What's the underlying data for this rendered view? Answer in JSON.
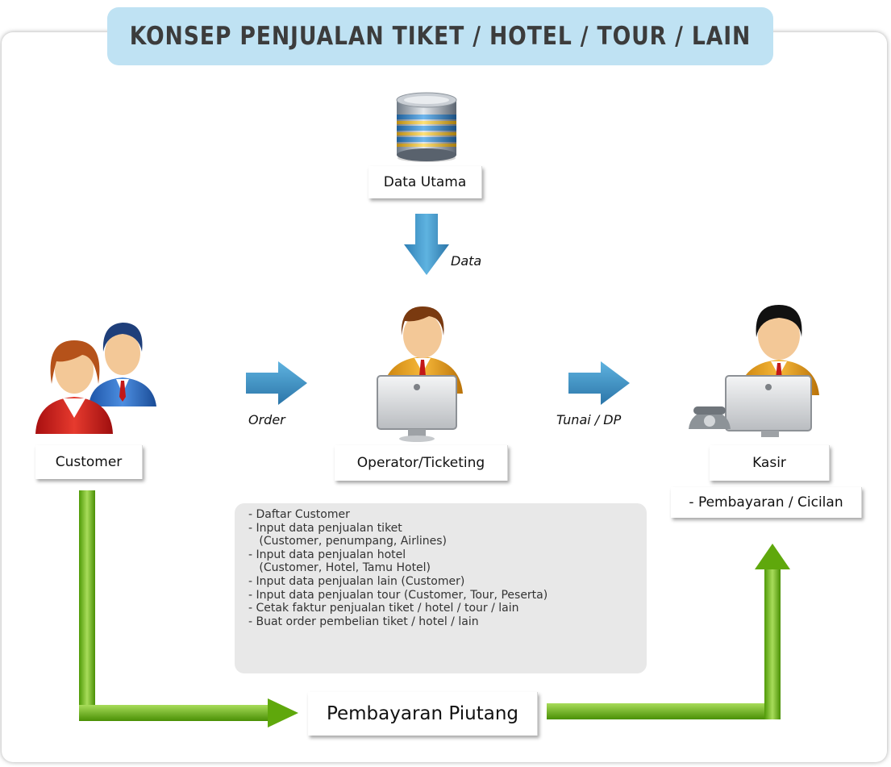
{
  "title": "KONSEP PENJUALAN TIKET / HOTEL / TOUR / LAIN",
  "nodes": {
    "data_utama": "Data Utama",
    "customer": "Customer",
    "operator": "Operator/Ticketing",
    "kasir": "Kasir",
    "kasir_task": "- Pembayaran / Cicilan",
    "pembayaran_piutang": "Pembayaran Piutang"
  },
  "edges": {
    "data": "Data",
    "order": "Order",
    "tunai_dp": "Tunai / DP"
  },
  "operator_tasks": [
    "- Daftar Customer",
    "- Input data penjualan tiket",
    "   (Customer, penumpang, Airlines)",
    "- Input data penjualan hotel",
    "   (Customer, Hotel, Tamu Hotel)",
    "- Input data penjualan lain (Customer)",
    "- Input data penjualan tour (Customer, Tour, Peserta)",
    "- Cetak faktur penjualan tiket / hotel / tour / lain",
    "- Buat order pembelian tiket / hotel / lain"
  ],
  "icons": {
    "database": "database-icon",
    "customers": "customers-icon",
    "operator": "operator-icon",
    "kasir": "cashier-icon"
  },
  "colors": {
    "banner": "#bfe2f3",
    "blue_arrow": "#3d95c8",
    "green_arrow": "#5fa80c",
    "task_box": "#e8e8e8"
  }
}
